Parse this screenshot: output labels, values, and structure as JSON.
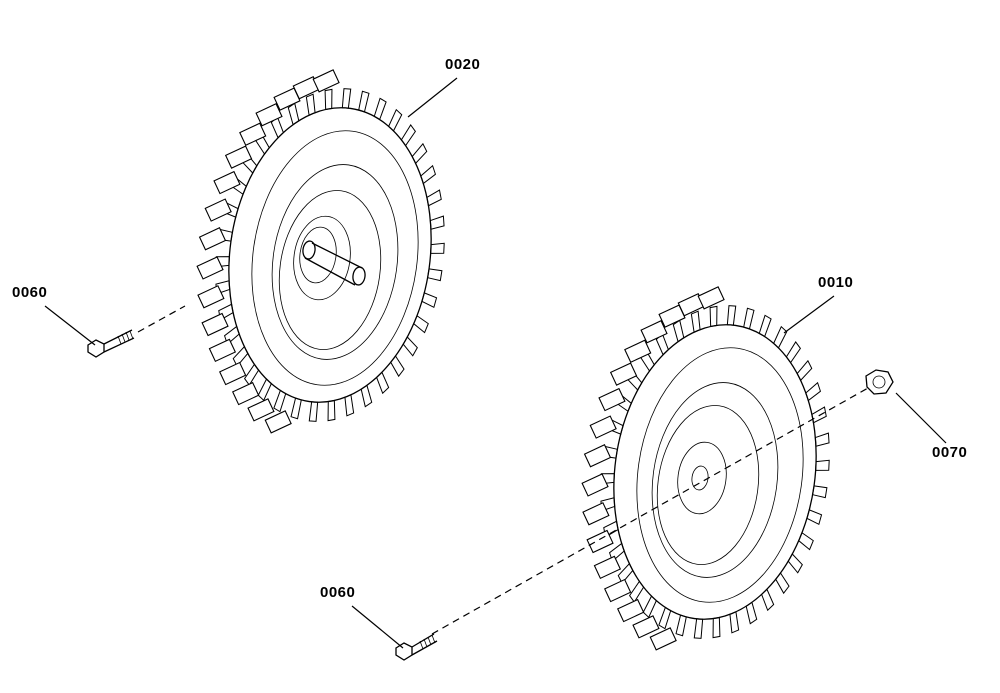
{
  "diagram": {
    "type": "exploded-parts-view",
    "parts": [
      {
        "id": "0020",
        "label": "0020",
        "kind": "wheel-with-axle"
      },
      {
        "id": "0010",
        "label": "0010",
        "kind": "wheel"
      },
      {
        "id": "0060a",
        "label": "0060",
        "kind": "bolt"
      },
      {
        "id": "0060b",
        "label": "0060",
        "kind": "bolt"
      },
      {
        "id": "0070",
        "label": "0070",
        "kind": "nut"
      }
    ],
    "colors": {
      "line": "#000000",
      "background": "#ffffff"
    }
  }
}
